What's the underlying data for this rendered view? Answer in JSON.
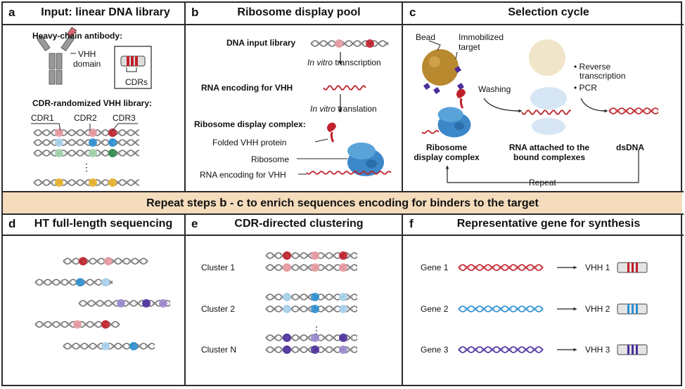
{
  "colors": {
    "red": "#c0202a",
    "pink": "#e89aa0",
    "blue": "#2b8fd0",
    "lightblue": "#a9d3ee",
    "purple": "#4a2f9b",
    "lightpurple": "#9b88cf",
    "green": "#2e8a4a",
    "lightgreen": "#9fd3a9",
    "yellow": "#e8b12a",
    "banner": "#f4dcbc",
    "dna": "#777777"
  },
  "panel_a": {
    "letter": "a",
    "title": "Input: linear DNA library",
    "heavy_chain": "Heavy-chain antibody:",
    "vhh": "VHH",
    "domain": "domain",
    "cdrs": "CDRs",
    "library": "CDR-randomized VHH library:",
    "cdr1": "CDR1",
    "cdr2": "CDR2",
    "cdr3": "CDR3",
    "dots": "⋮"
  },
  "panel_b": {
    "letter": "b",
    "title": "Ribosome display pool",
    "dna_input": "DNA input library",
    "in_vitro": "In vitro",
    "transcription": " transcription",
    "rna": "RNA encoding for VHH",
    "translation": " translation",
    "complex": "Ribosome display complex:",
    "folded": "Folded VHH protein",
    "ribosome": "Ribosome",
    "rna2": "RNA encoding for VHH"
  },
  "panel_c": {
    "letter": "c",
    "title": "Selection cycle",
    "bead": "Bead",
    "target1": "Immobilized",
    "target2": "target",
    "washing": "Washing",
    "rt1": "• Reverse",
    "rt2": "transcription",
    "pcr": "• PCR",
    "complex1": "Ribosome",
    "complex2": "display complex",
    "rna1": "RNA attached to the",
    "rna2": "bound complexes",
    "dsdna": "dsDNA",
    "repeat": "Repeat"
  },
  "banner": {
    "pre": "Repeat steps ",
    "b": "b",
    "dash": " - ",
    "c": "c",
    "post": "  to enrich sequences encoding for binders to the target"
  },
  "panel_d": {
    "letter": "d",
    "title": "HT full-length sequencing"
  },
  "panel_e": {
    "letter": "e",
    "title": "CDR-directed clustering",
    "clusters": [
      "Cluster 1",
      "Cluster 2",
      "Cluster N"
    ],
    "dots": "⋮"
  },
  "panel_f": {
    "letter": "f",
    "title": "Representative gene for synthesis",
    "genes": [
      {
        "gene": "Gene 1",
        "vhh": "VHH 1"
      },
      {
        "gene": "Gene 2",
        "vhh": "VHH 2"
      },
      {
        "gene": "Gene 3",
        "vhh": "VHH 3"
      }
    ]
  }
}
